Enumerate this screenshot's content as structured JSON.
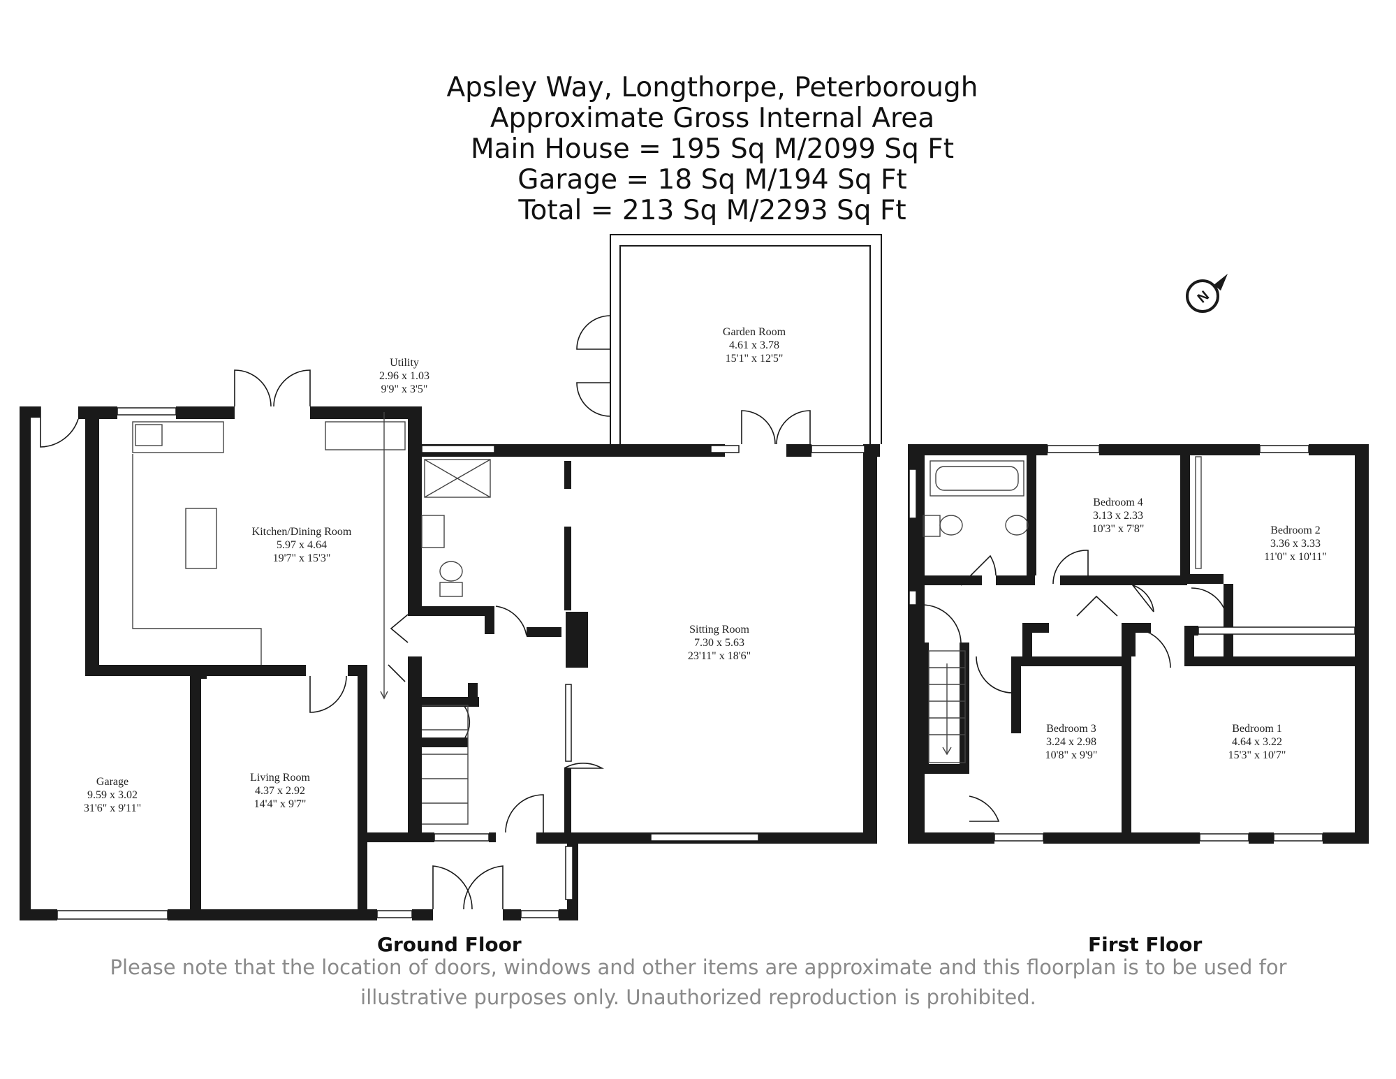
{
  "header": {
    "address": "Apsley Way, Longthorpe, Peterborough",
    "subtitle": "Approximate Gross Internal Area",
    "main_house": "Main House = 195 Sq M/2099 Sq Ft",
    "garage": "Garage = 18 Sq M/194 Sq Ft",
    "total": "Total = 213 Sq M/2293 Sq Ft"
  },
  "ground_floor": {
    "label": "Ground Floor",
    "rooms": [
      {
        "name": "Garden Room",
        "metric": "4.61 x 3.78",
        "imperial": "15'1\" x 12'5\""
      },
      {
        "name": "Utility",
        "metric": "2.96 x 1.03",
        "imperial": "9'9\" x 3'5\""
      },
      {
        "name": "Kitchen/Dining Room",
        "metric": "5.97 x 4.64",
        "imperial": "19'7\" x 15'3\""
      },
      {
        "name": "Sitting Room",
        "metric": "7.30 x 5.63",
        "imperial": "23'11\" x 18'6\""
      },
      {
        "name": "Garage",
        "metric": "9.59 x 3.02",
        "imperial": "31'6\" x 9'11\""
      },
      {
        "name": "Living Room",
        "metric": "4.37 x 2.92",
        "imperial": "14'4\" x 9'7\""
      }
    ]
  },
  "first_floor": {
    "label": "First Floor",
    "rooms": [
      {
        "name": "Bedroom 4",
        "metric": "3.13 x 2.33",
        "imperial": "10'3\" x 7'8\""
      },
      {
        "name": "Bedroom 2",
        "metric": "3.36 x 3.33",
        "imperial": "11'0\" x 10'11\""
      },
      {
        "name": "Bedroom 3",
        "metric": "3.24 x 2.98",
        "imperial": "10'8\" x 9'9\""
      },
      {
        "name": "Bedroom 1",
        "metric": "4.64 x 3.22",
        "imperial": "15'3\" x 10'7\""
      }
    ]
  },
  "compass": {
    "letter": "N",
    "icon": "north-compass-icon"
  },
  "disclaimer": "Please note that the location of doors, windows and other items are approximate and this floorplan is to be used for illustrative purposes only. Unauthorized reproduction is prohibited."
}
